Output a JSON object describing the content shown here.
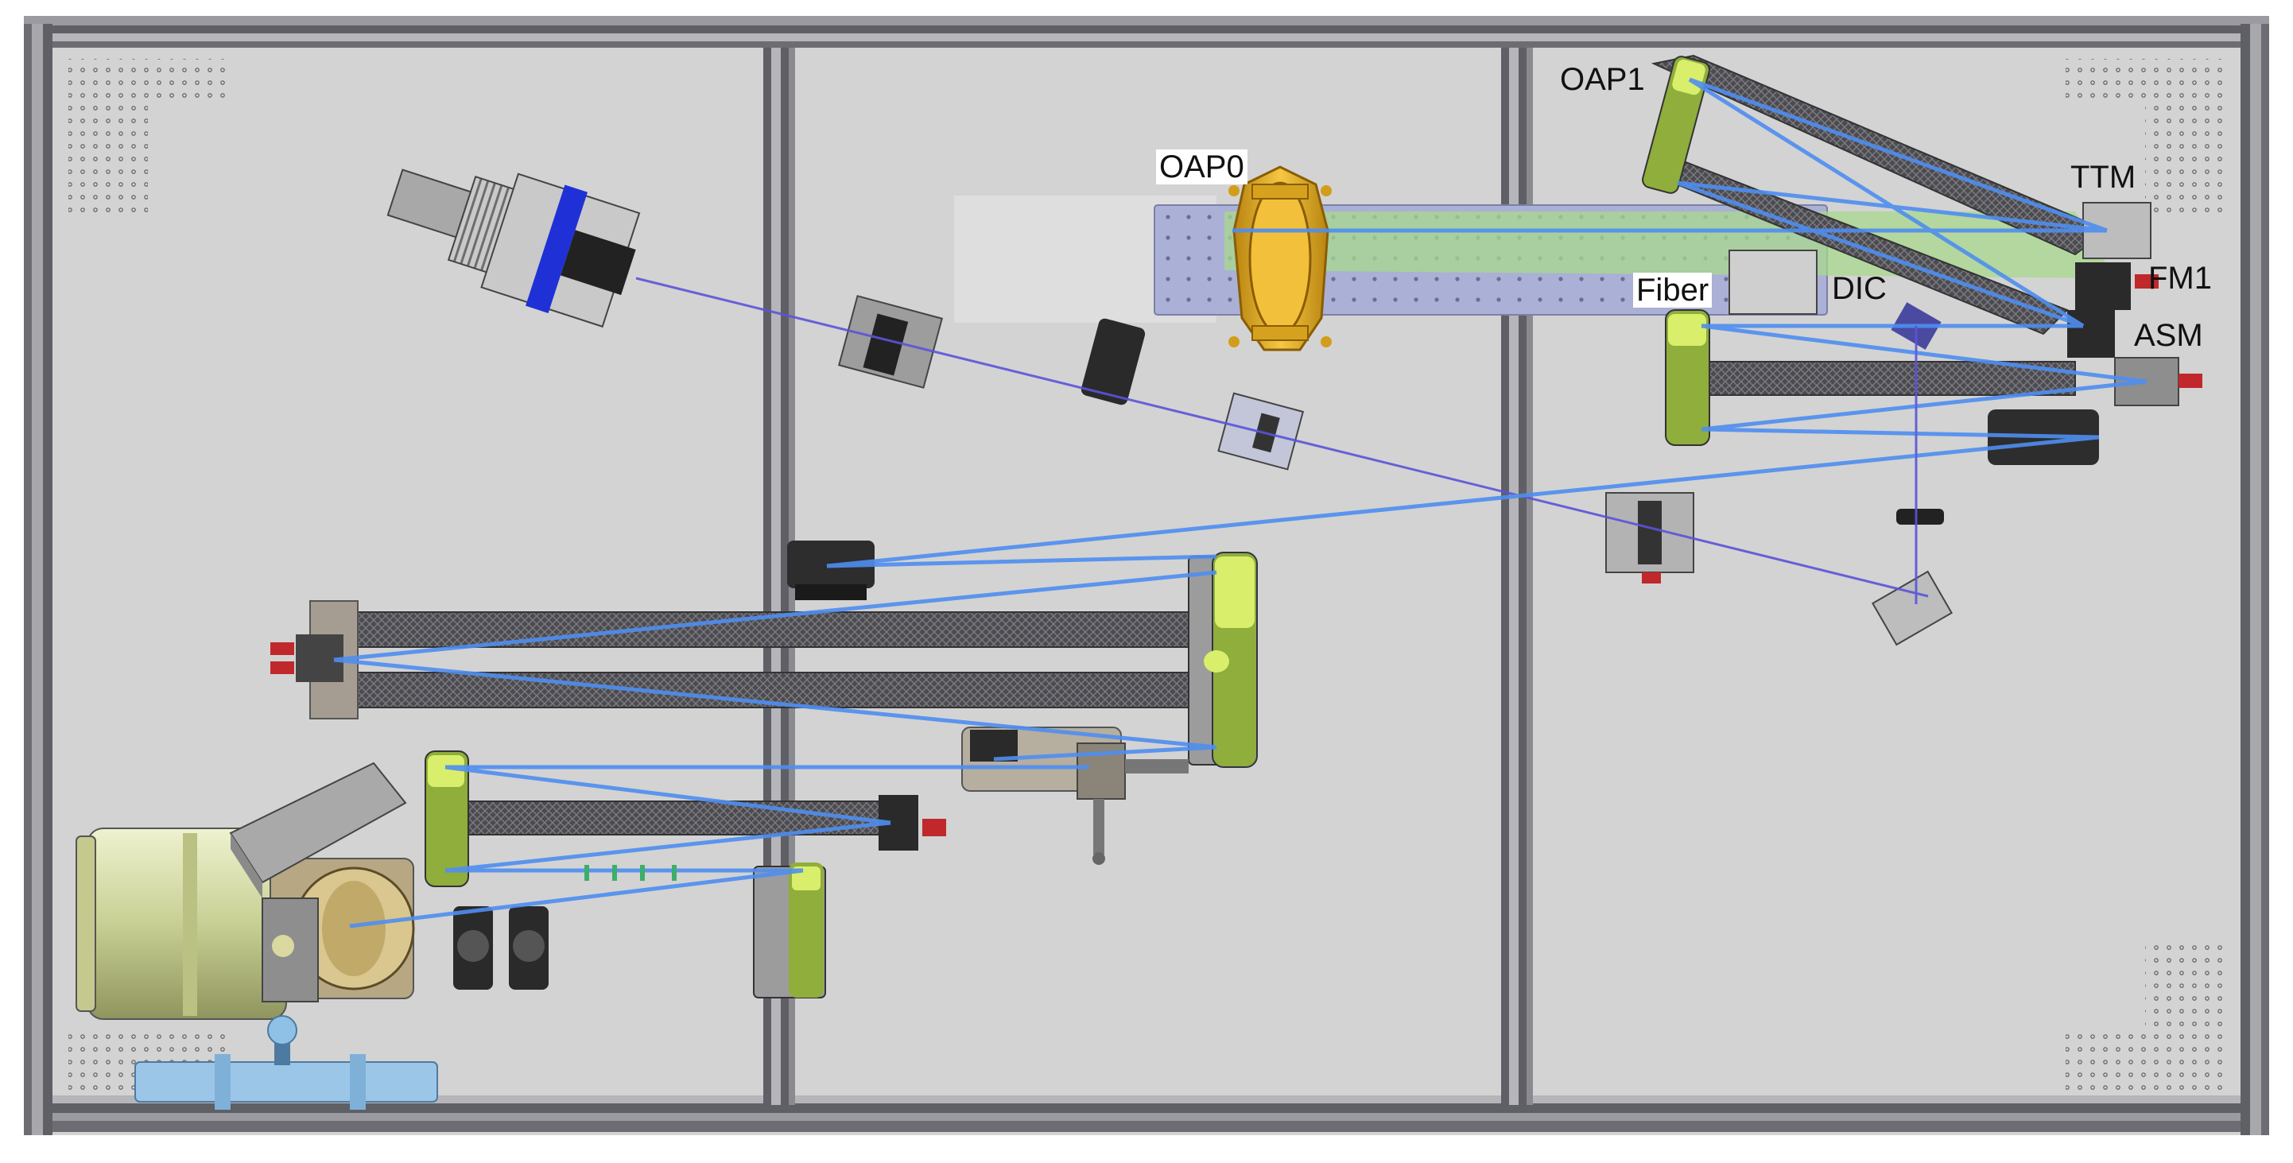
{
  "diagram": {
    "labels": {
      "oap0": "OAP0",
      "oap1": "OAP1",
      "ttm": "TTM",
      "fm1": "FM1",
      "asm": "ASM",
      "fiber": "Fiber",
      "dic": "DIC"
    },
    "colors": {
      "table": "#d3d3d3",
      "frame": "#7d7d80",
      "beam": "#4f8ef0",
      "beam_dark": "#5a54d8",
      "mirror_yellow": "#d9ee6a",
      "mirror_green": "#8fae3c",
      "oap0_gold": "#e8b32a",
      "breadboard": "#aab0d6",
      "green_beam": "#a8d88c",
      "mount_blue": "#1f31d6",
      "pipe_blue": "#9cc6e8",
      "camera": "#dfe6b6"
    }
  }
}
